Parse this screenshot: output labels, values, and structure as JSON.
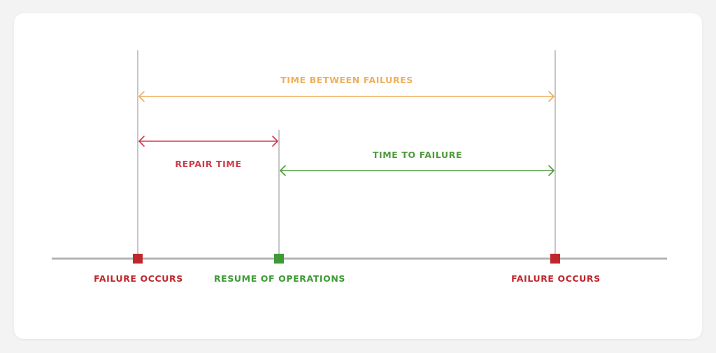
{
  "colors": {
    "failure": "#c0272d",
    "resume": "#3e9a35",
    "between": "#f0ae5a",
    "repair": "#cd3b4a",
    "to_failure": "#4e9a3c",
    "axis": "#b4b4b4",
    "guide": "#8c8c8c",
    "background": "#f3f3f4",
    "card": "#ffffff"
  },
  "labels": {
    "time_between_failures": "TIME BETWEEN FAILURES",
    "repair_time": "REPAIR TIME",
    "time_to_failure": "TIME TO FAILURE",
    "failure_occurs_1": "FAILURE OCCURS",
    "resume_of_operations": "RESUME OF OPERATIONS",
    "failure_occurs_2": "FAILURE OCCURS"
  }
}
